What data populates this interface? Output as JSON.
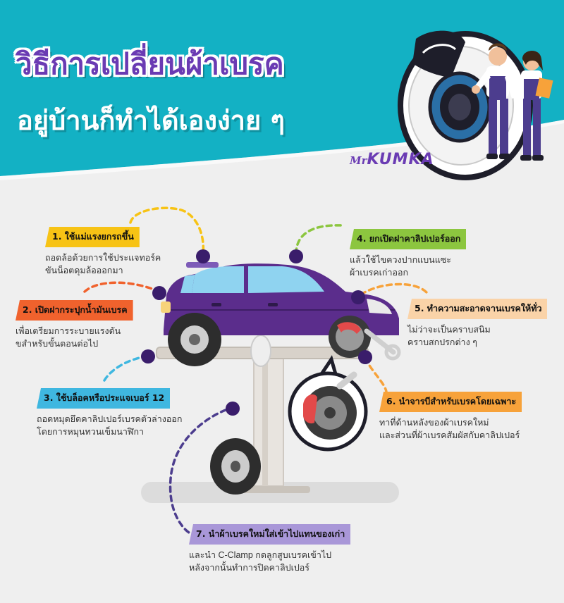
{
  "header": {
    "title_line1": "วิธีการเปลี่ยนผ้าเบรค",
    "title_line2": "อยู่บ้านก็ทำได้เองง่าย ๆ",
    "brand_prefix": "Mr",
    "brand_name": "KUMKA"
  },
  "colors": {
    "teal": "#13b1c4",
    "purple": "#5b2d8c",
    "background": "#efefef"
  },
  "steps": [
    {
      "label": "1. ใช้แม่แรงยกรถขึ้น",
      "line1": "ถอดล้อด้วยการใช้ประแจทอร์ค",
      "line2": "ขันน็อตดุมล้อออกมา",
      "color": "#f7c315"
    },
    {
      "label": "2. เปิดฝากระปุกน้ำมันเบรค",
      "line1": "เพื่อเตรียมการระบายแรงดัน",
      "line2": "ขสำหรับขั้นตอนต่อไป",
      "color": "#f0622d"
    },
    {
      "label": "3. ใช้บล็อคหรือประแจเบอร์ 12",
      "line1": "ถอดหมุดยึดคาลิปเปอร์เบรคตัวล่างออก",
      "line2": "โดยการหมุนทวนเข็มนาฬิกา",
      "color": "#3fb7e0"
    },
    {
      "label": "4. ยกเปิดฝาคาลิปเปอร์ออก",
      "line1": "แล้วใช้ไขควงปากแบนแซะ",
      "line2": "ผ้าเบรคเก่าออก",
      "color": "#8cc63f"
    },
    {
      "label": "5. ทำความสะอาดจานเบรคให้ทั่ว",
      "line1": "ไม่ว่าจะเป็นคราบสนิม",
      "line2": "คราบสกปรกต่าง ๆ",
      "color": "#fad3a8"
    },
    {
      "label": "6. นำจารบีสำหรับเบรคโดยเฉพาะ",
      "line1": "ทาที่ด้านหลังของผ้าเบรคใหม่",
      "line2": "และส่วนที่ผ้าเบรคสัมผัสกับคาลิปเปอร์",
      "color": "#f7a23a"
    },
    {
      "label": "7. นำผ้าเบรคใหม่ใส่เข้าไปแทนของเก่า",
      "line1": "และนำ C-Clamp กดลูกสูบเบรคเข้าไป",
      "line2": "หลังจากนั้นทำการปิดคาลิปเปอร์",
      "color": "#a997d8"
    }
  ]
}
